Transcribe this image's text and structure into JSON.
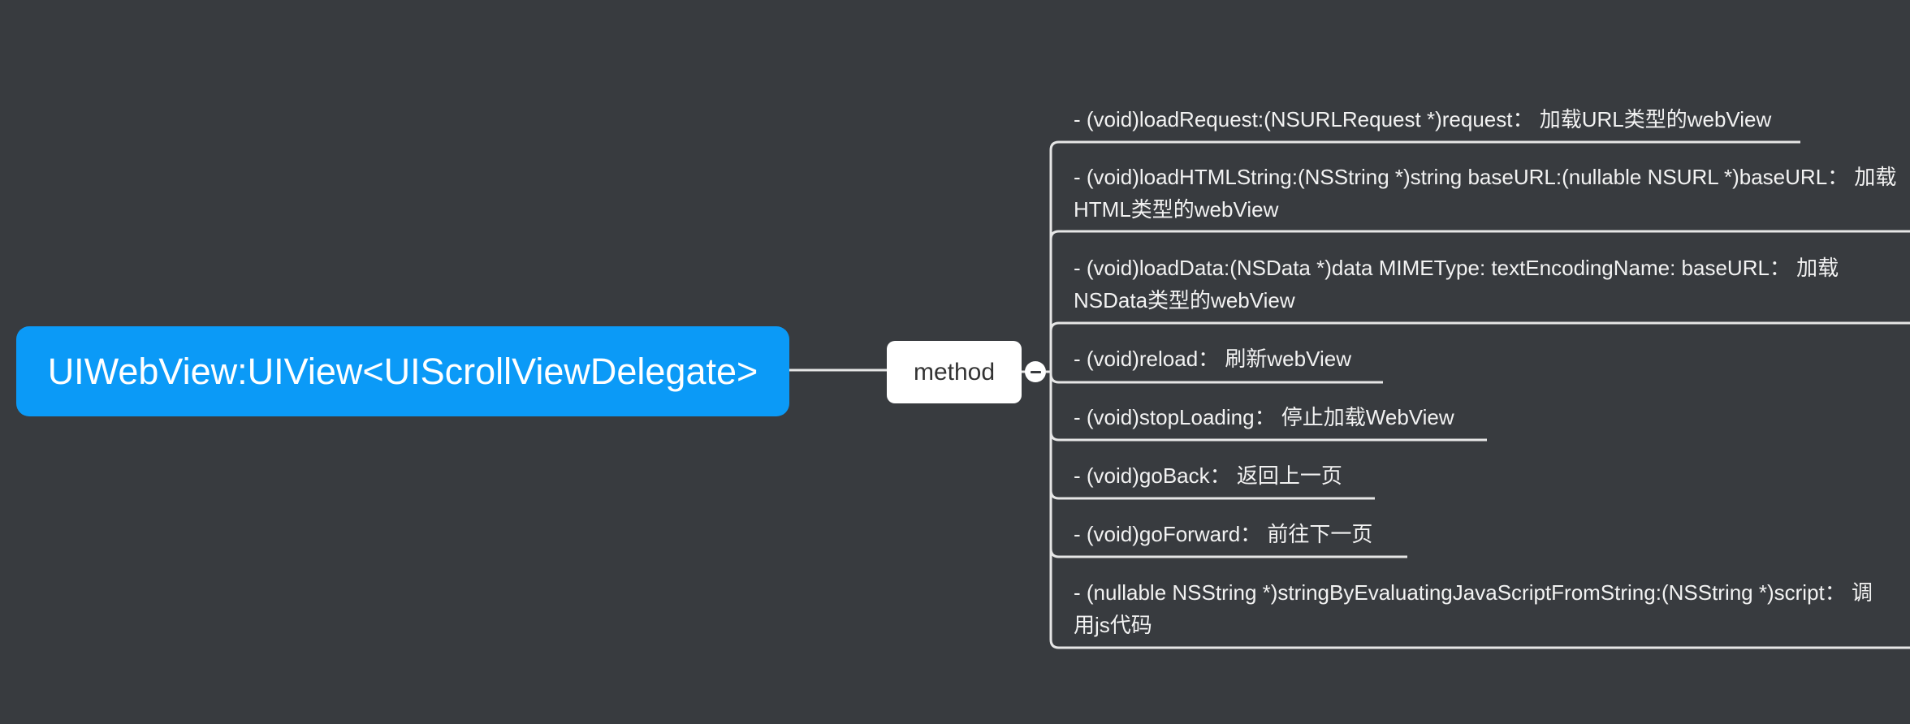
{
  "root": {
    "label": "UIWebView:UIView<UIScrollViewDelegate>"
  },
  "method": {
    "label": "method"
  },
  "leaves": [
    {
      "lines": [
        "- (void)loadRequest:(NSURLRequest *)request：  加载URL类型的webView"
      ]
    },
    {
      "lines": [
        "- (void)loadHTMLString:(NSString *)string baseURL:(nullable NSURL *)baseURL：  加载",
        "HTML类型的webView"
      ]
    },
    {
      "lines": [
        "- (void)loadData:(NSData *)data MIMEType: textEncodingName: baseURL：  加载",
        "NSData类型的webView"
      ]
    },
    {
      "lines": [
        "- (void)reload：  刷新webView"
      ]
    },
    {
      "lines": [
        "- (void)stopLoading：  停止加载WebView"
      ]
    },
    {
      "lines": [
        "- (void)goBack：  返回上一页"
      ]
    },
    {
      "lines": [
        "- (void)goForward：  前往下一页"
      ]
    },
    {
      "lines": [
        "- (nullable NSString *)stringByEvaluatingJavaScriptFromString:(NSString *)script：  调",
        "用js代码"
      ]
    }
  ],
  "colors": {
    "background": "#383b3f",
    "root_fill": "#0b9af7",
    "line": "#e6e6e6"
  }
}
